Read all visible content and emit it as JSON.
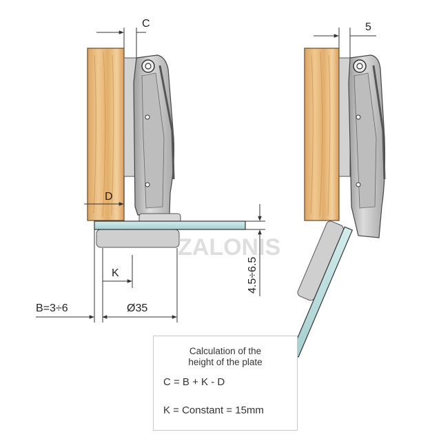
{
  "diagram": {
    "dimensions": {
      "c": "C",
      "five": "5",
      "d": "D",
      "k": "K",
      "b": "B=3÷6",
      "dia": "Ø35",
      "plate": "4.5÷6.5"
    },
    "watermark": "ZALONIS",
    "calc": {
      "title_line1": "Calculation of the",
      "title_line2": "height of the plate",
      "formula1": "C = B + K - D",
      "formula2": "K = Constant = 15mm"
    },
    "colors": {
      "wood": "#e8b87a",
      "wood_grain": "#c98a45",
      "metal": "#c7c7c7",
      "metal_dark": "#8a8a8a",
      "glass": "#b9dcdc",
      "line": "#333333"
    }
  }
}
